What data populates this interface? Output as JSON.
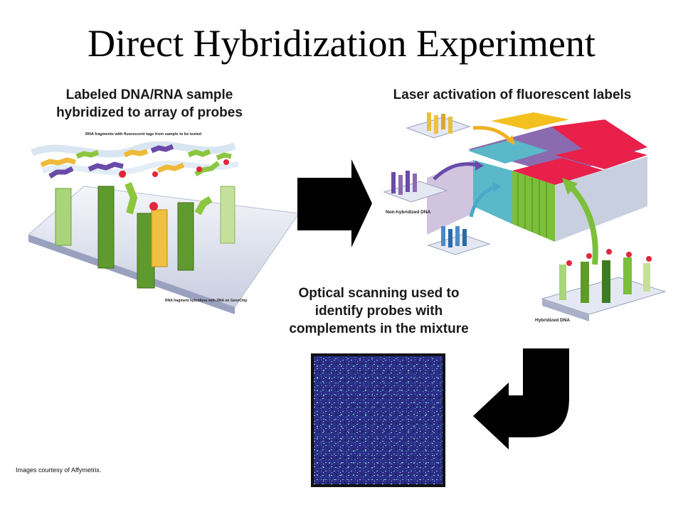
{
  "title": "Direct Hybridization Experiment",
  "captions": {
    "left_line1": "Labeled DNA/RNA sample",
    "left_line2": "hybridized to array of probes",
    "right": "Laser activation of fluorescent labels",
    "middle_line1": "Optical scanning used to",
    "middle_line2": "identify probes with",
    "middle_line3": "complements in the mixture"
  },
  "left_figure": {
    "top_label": "RNA fragments with fluorescent tags from sample to be tested",
    "bottom_label": "RNA fragment hybridizes with DNA on GeneChip"
  },
  "right_figure": {
    "non_hybridized_label": "Non-hybridized DNA",
    "hybridized_label": "Hybridized DNA"
  },
  "credit": "Images courtesy of Affymetrix.",
  "colors": {
    "arrow": "#000000",
    "probe_green": "#7bbf3a",
    "chip_red": "#e8204a",
    "chip_teal": "#5ab8c8",
    "chip_purple": "#8a6bb0",
    "scan_blue": "#2a2f8a"
  }
}
